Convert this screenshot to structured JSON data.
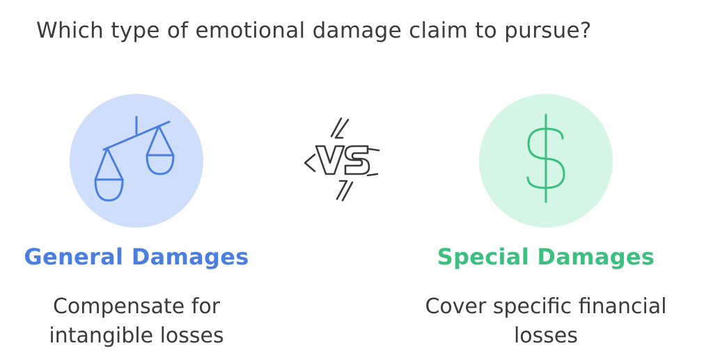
{
  "title": "Which type of emotional damage claim to pursue?",
  "options": [
    {
      "heading": "General Damages",
      "description_lines": [
        "Compensate for",
        "intangible losses"
      ],
      "icon": "balance-scale-icon",
      "color": "#4a7fe0",
      "circle_color": "#cfdefb"
    },
    {
      "heading": "Special Damages",
      "description_lines": [
        "Cover specific financial",
        "losses"
      ],
      "icon": "dollar-sign-icon",
      "color": "#3dbf7f",
      "circle_color": "#d5f6e6"
    }
  ],
  "separator": {
    "icon": "vs-icon",
    "text": "VS"
  }
}
